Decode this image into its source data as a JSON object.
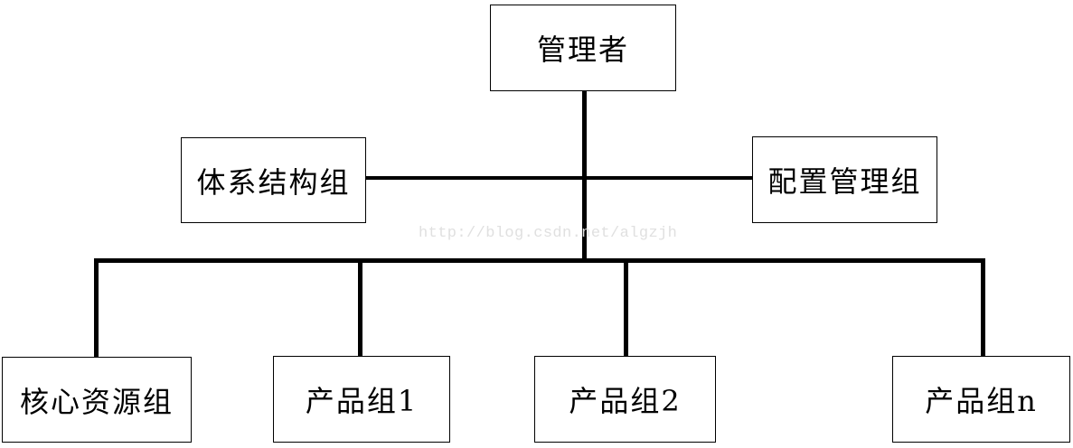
{
  "diagram": {
    "type": "org-chart",
    "root_label": "管理者"
  },
  "nodes": {
    "manager": {
      "label": "管理者"
    },
    "architecture": {
      "label": "体系结构组"
    },
    "configuration": {
      "label": "配置管理组"
    },
    "core_resources": {
      "label": "核心资源组"
    },
    "product1": {
      "label": "产品组1"
    },
    "product2": {
      "label": "产品组2"
    },
    "productn": {
      "label": "产品组n"
    }
  },
  "watermark": {
    "text": "http://blog.csdn.net/algzjh"
  },
  "colors": {
    "line": "#000000",
    "box_border": "#000000",
    "box_fill": "#ffffff",
    "background": "#ffffff",
    "watermark": "#e0e0e0"
  }
}
